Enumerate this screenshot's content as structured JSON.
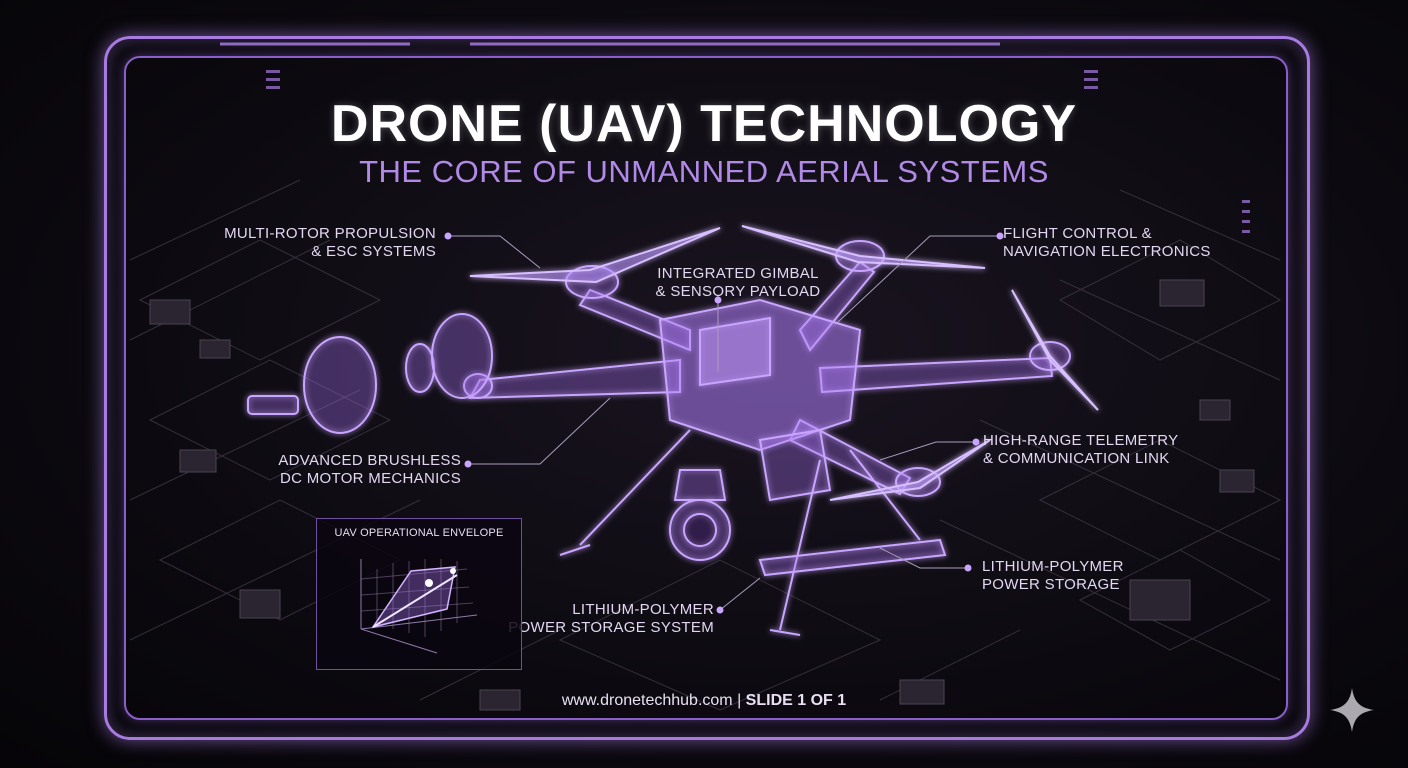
{
  "title": "DRONE (UAV) TECHNOLOGY",
  "subtitle": "THE CORE OF UNMANNED AERIAL SYSTEMS",
  "callouts": {
    "propulsion": [
      "MULTI-ROTOR PROPULSION",
      "& ESC SYSTEMS"
    ],
    "gimbal": [
      "INTEGRATED GIMBAL",
      "& SENSORY PAYLOAD"
    ],
    "flight_control": [
      "FLIGHT CONTROL &",
      "NAVIGATION ELECTRONICS"
    ],
    "motor": [
      "ADVANCED BRUSHLESS",
      "DC MOTOR MECHANICS"
    ],
    "telemetry": [
      "HIGH-RANGE TELEMETRY",
      "& COMMUNICATION LINK"
    ],
    "power_right": [
      "LITHIUM-POLYMER",
      "POWER STORAGE"
    ],
    "power_bottom": [
      "LITHIUM-POLYMER",
      "POWER STORAGE SYSTEM"
    ]
  },
  "envelope_panel": {
    "title": "UAV OPERATIONAL ENVELOPE"
  },
  "footer": {
    "url": "www.dronetechhub.com",
    "separator": " | ",
    "slide": "SLIDE 1 OF 1"
  },
  "colors": {
    "accent": "#a77be0",
    "glow": "#c9a5ff",
    "background": "#0c0a10",
    "text": "#e2d7f2"
  }
}
